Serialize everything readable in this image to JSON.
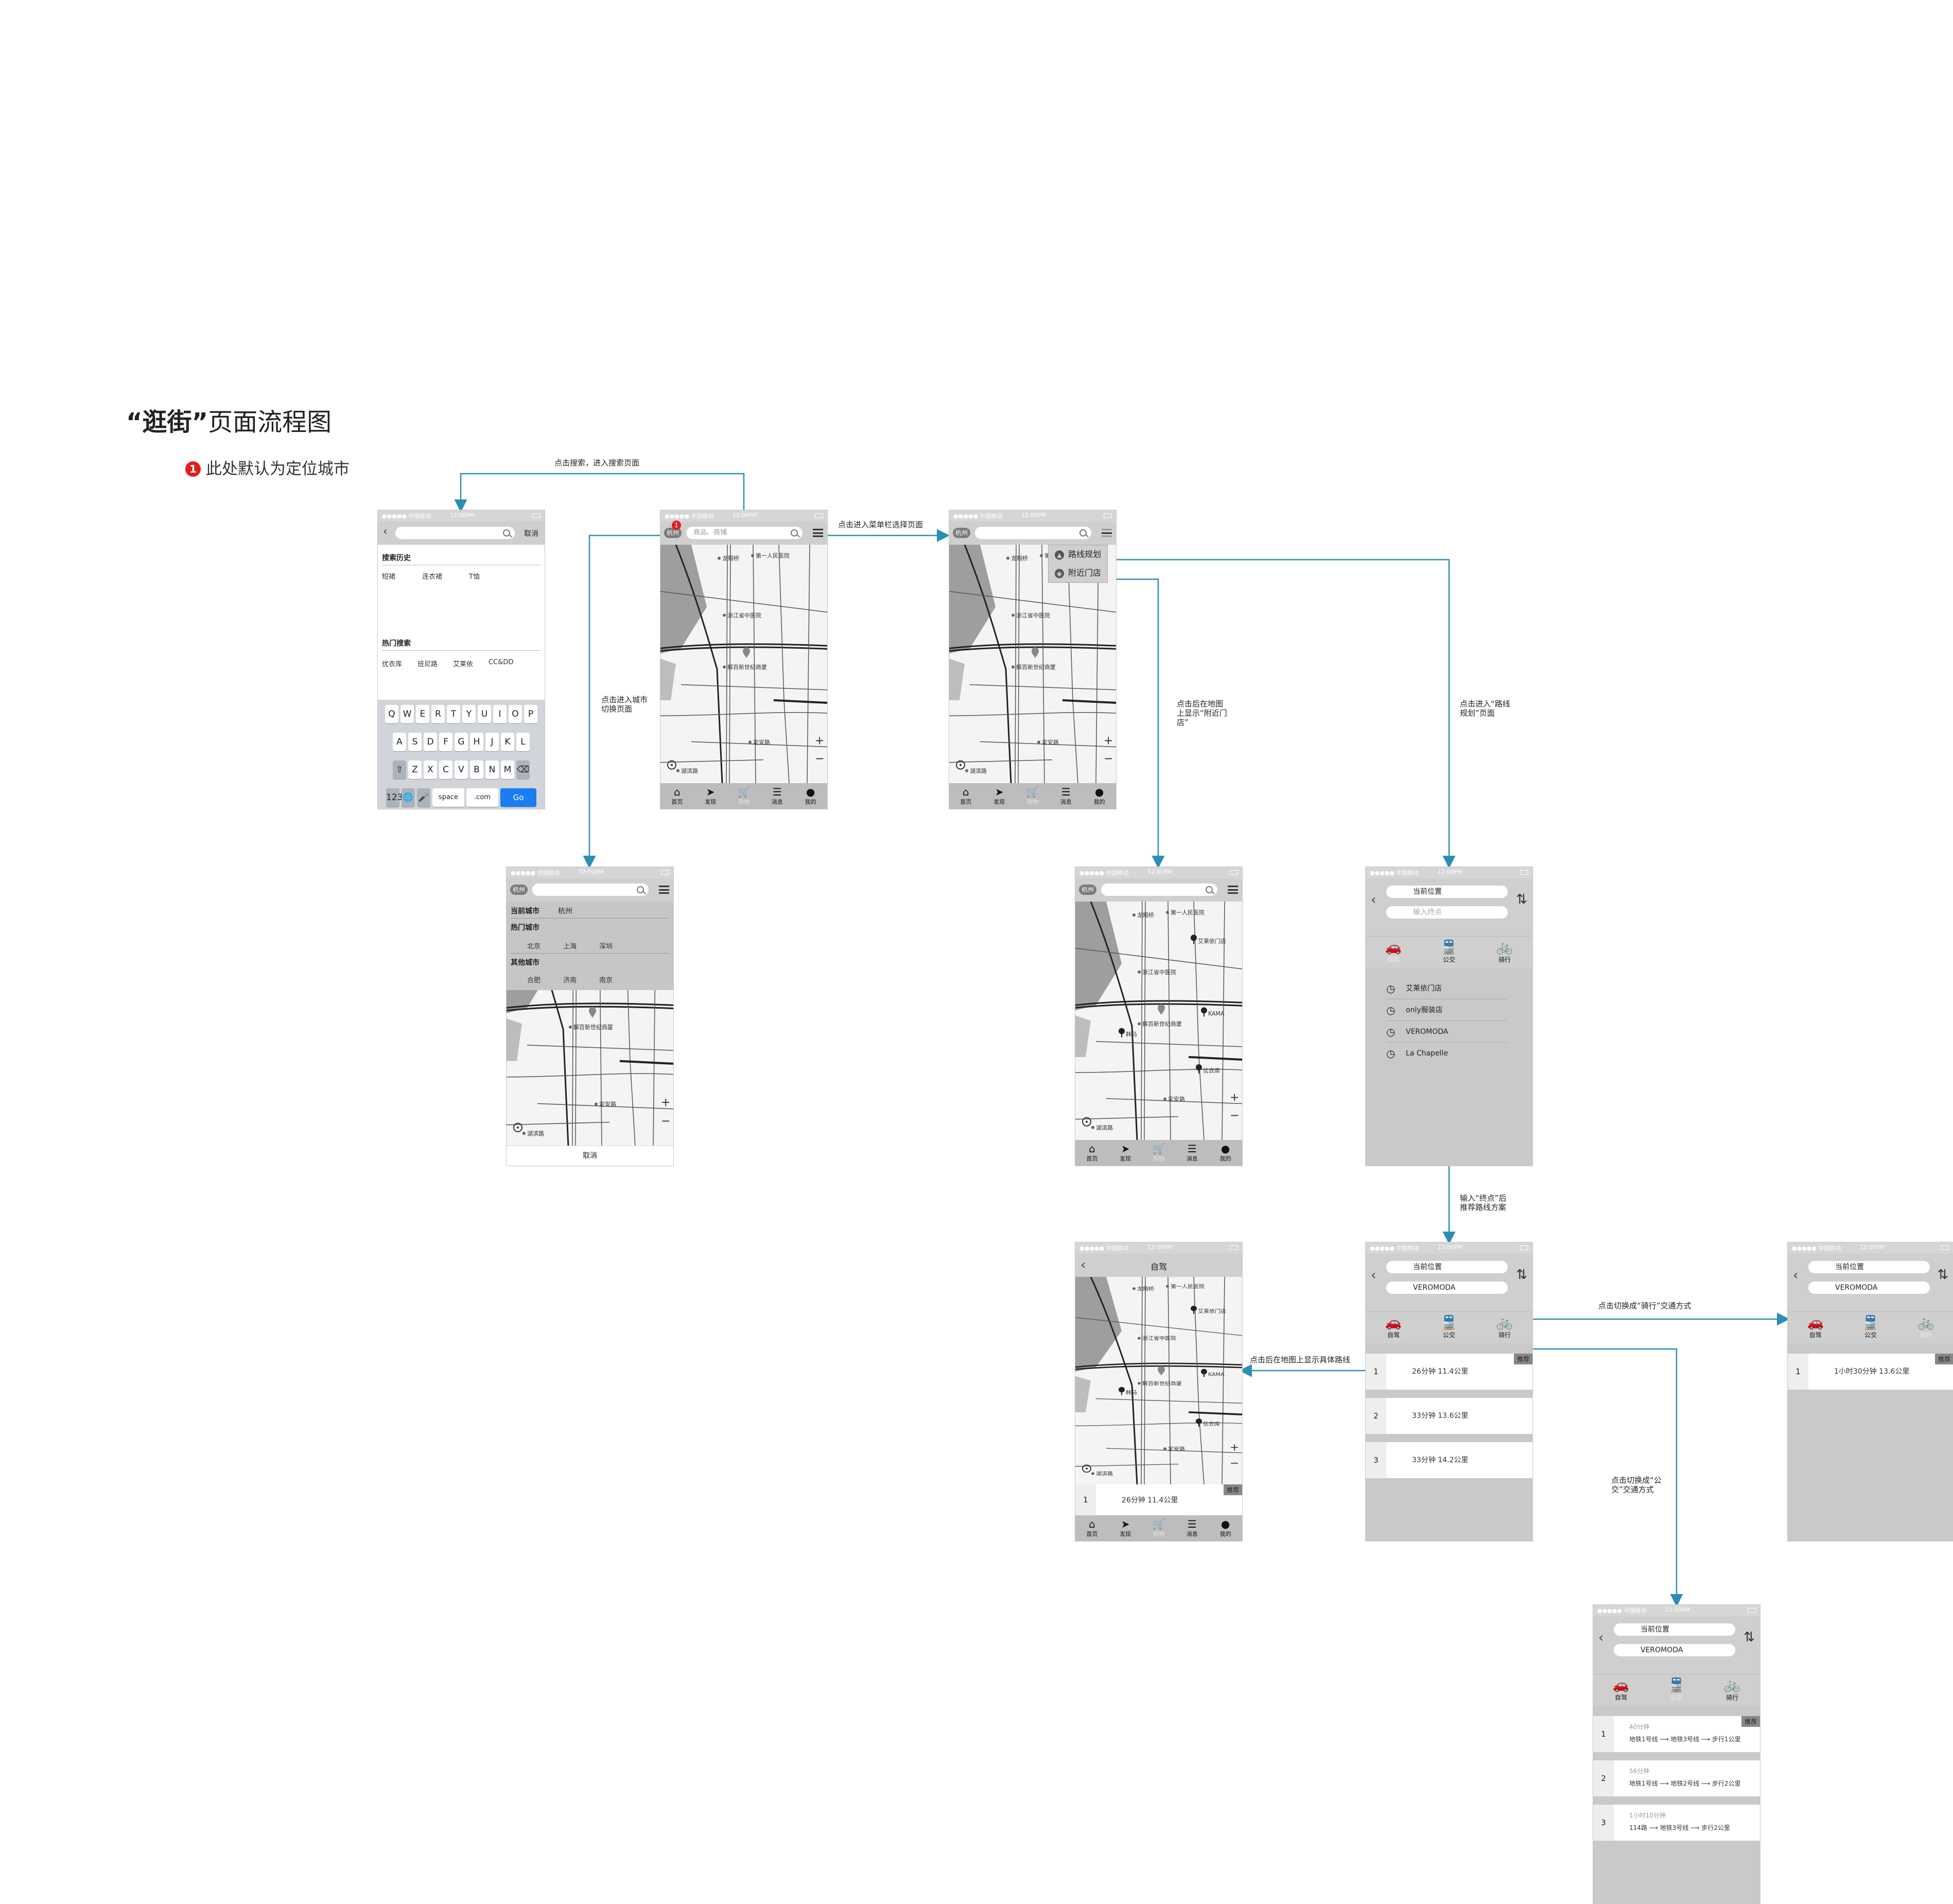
{
  "title": {
    "bold": "“逛街”",
    "rest": "页面流程图"
  },
  "note": {
    "badge": "1",
    "text": "此处默认为定位城市"
  },
  "annotations": {
    "to_search": "点击搜索，进入搜索页面",
    "to_menu": "点击进入菜单栏选择页面",
    "to_city": "点击进入城市\n切换页面",
    "to_nearby": "点击后在地图\n上显示“附近门\n店”",
    "to_route": "点击进入“路线\n规划”页面",
    "after_input": "输入“终点”后\n推荐路线方案",
    "to_bike": "点击切换成“骑行”交通方式",
    "to_drive_route": "点击后在地图上显示具体路线",
    "to_transit": "点击切换成“公\n交”交通方式"
  },
  "status": {
    "carrier": "●●●●● 中国移动",
    "time": "12:00PM"
  },
  "search_page": {
    "cancel": "取消",
    "history_title": "搜索历史",
    "history": [
      "短裙",
      "连衣裙",
      "T恤"
    ],
    "hot_title": "热门搜索",
    "hot": [
      "优衣库",
      "班尼路",
      "艾莱依",
      "CC&DD"
    ],
    "keys_row1": [
      "Q",
      "W",
      "E",
      "R",
      "T",
      "Y",
      "U",
      "I",
      "O",
      "P"
    ],
    "keys_row2": [
      "A",
      "S",
      "D",
      "F",
      "G",
      "H",
      "J",
      "K",
      "L"
    ],
    "keys_row3": [
      "⇧",
      "Z",
      "X",
      "C",
      "V",
      "B",
      "N",
      "M",
      "⌫"
    ],
    "keys_row4": [
      "123",
      "🌐",
      "🎤",
      "space",
      ".com",
      "Go"
    ]
  },
  "home": {
    "city": "杭州",
    "placeholder": "商品、商铺",
    "tabs": [
      "首页",
      "发现",
      "购物",
      "消息",
      "我的"
    ],
    "map_labels": [
      "龙翔桥",
      "第一人民医院",
      "浙江省中医院",
      "解百新世纪商厦",
      "定安路",
      "湖滨路"
    ],
    "plus": "+",
    "minus": "−"
  },
  "menu": {
    "items": [
      "路线规划",
      "附近门店"
    ]
  },
  "city_switch": {
    "current_label": "当前城市",
    "current": "杭州",
    "hot_label": "热门城市",
    "hot": [
      "北京",
      "上海",
      "深圳"
    ],
    "other_label": "其他城市",
    "other": [
      "合肥",
      "济南",
      "南京"
    ],
    "cancel": "取消"
  },
  "nearby": {
    "shops": [
      "艾莱依门店",
      "KAMA",
      "韩马",
      "优衣库"
    ]
  },
  "route_page": {
    "from": "当前位置",
    "to_placeholder": "输入终点",
    "modes": [
      "自驾",
      "公交",
      "骑行"
    ],
    "history": [
      "艾莱依门店",
      "only服装店",
      "VEROMODA",
      "La Chapelle"
    ]
  },
  "route_results": {
    "to": "VEROMODA",
    "recommend": "推荐",
    "drive": [
      {
        "n": "1",
        "text": "26分钟   11.4公里"
      },
      {
        "n": "2",
        "text": "33分钟   13.6公里"
      },
      {
        "n": "3",
        "text": "33分钟   14.2公里"
      }
    ],
    "bike": [
      {
        "n": "1",
        "text": "1小时30分钟   13.6公里"
      }
    ],
    "transit": [
      {
        "n": "1",
        "time": "40分钟",
        "detail": "地铁1号线 ⟶ 地铁3号线 ⟶ 步行1公里"
      },
      {
        "n": "2",
        "time": "56分钟",
        "detail": "地铁1号线 ⟶ 地铁2号线 ⟶ 步行2公里"
      },
      {
        "n": "3",
        "time": "1小时10分钟",
        "detail": "114路 ⟶ 地铁3号线 ⟶ 步行2公里"
      }
    ]
  },
  "drive_map": {
    "title": "自驾",
    "result": "26分钟   11.4公里"
  },
  "colors": {
    "arrow": "#2a8fb5",
    "badge": "#e02020",
    "go_key": "#1a7ef2"
  }
}
